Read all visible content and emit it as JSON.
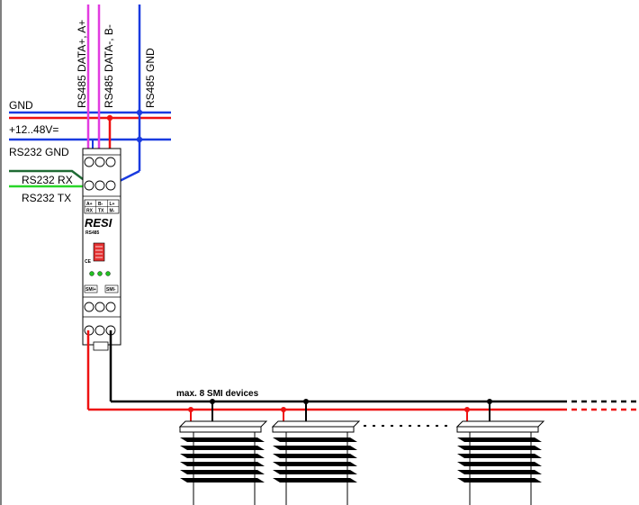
{
  "labels": {
    "gnd": "GND",
    "supply": "+12..48V=",
    "rs232_gnd": "RS232 GND",
    "rs232_rx": "RS232 RX",
    "rs232_tx": "RS232 TX",
    "rs485_a": "RS485 DATA+, A+",
    "rs485_b": "RS485 DATA-, B-",
    "rs485_gnd": "RS485 GND",
    "bus_note": "max. 8 SMI devices"
  },
  "module": {
    "brand": "RESI",
    "term_a": "A+",
    "term_b": "B-",
    "term_l": "L+",
    "term_rx": "RX",
    "term_tx": "TX",
    "term_m": "M-",
    "smi_plus": "SMI+",
    "smi_minus": "SMI-",
    "model": "RS485"
  },
  "colors": {
    "red": "#ee1111",
    "magenta": "#e23be0",
    "blue": "#1a3be0",
    "dark_green": "#1f6a34",
    "light_green": "#29d629",
    "black": "#000000",
    "led_green": "#22c022",
    "switch_red": "#e43030"
  }
}
